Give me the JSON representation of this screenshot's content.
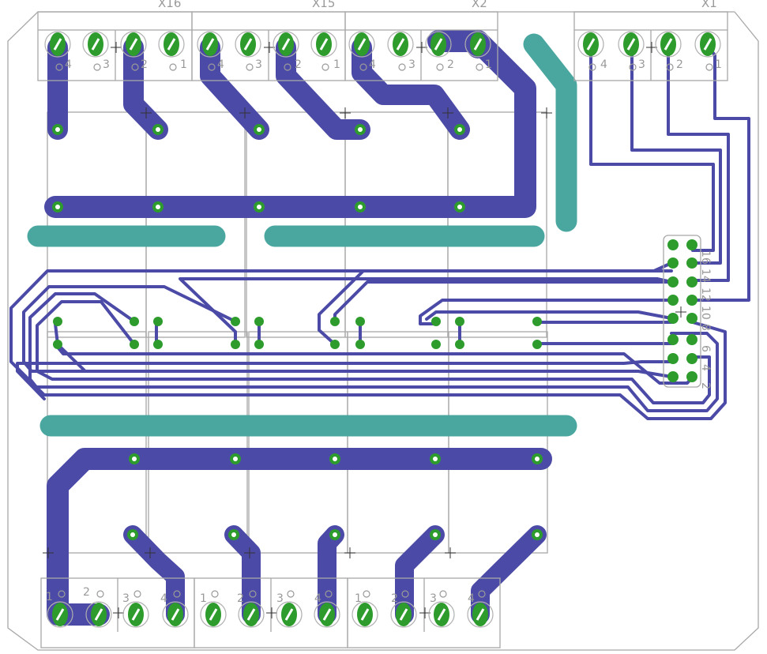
{
  "colors": {
    "background": "#ffffff",
    "bottom_copper": "#4b4aa6",
    "top_copper": "#49a7a0",
    "pad": "#2d9c2d",
    "silkscreen": "#a8a8a8"
  },
  "connectors": {
    "top": [
      {
        "name": "X16",
        "pins": [
          "4",
          "3",
          "2",
          "1"
        ]
      },
      {
        "name": "X15",
        "pins": [
          "4",
          "3",
          "2",
          "1"
        ]
      },
      {
        "name": "X2",
        "pins": [
          "4",
          "3",
          "2",
          "1"
        ]
      },
      {
        "name": "X1",
        "pins": [
          "4",
          "3",
          "2",
          "1"
        ]
      }
    ],
    "bottom_pins": [
      "1",
      "2",
      "3",
      "4",
      "1",
      "2",
      "3",
      "4",
      "1",
      "2",
      "3",
      "4"
    ]
  },
  "header_pin_labels": [
    "16",
    "14",
    "12",
    "10",
    "8",
    "6",
    "4",
    "2"
  ]
}
